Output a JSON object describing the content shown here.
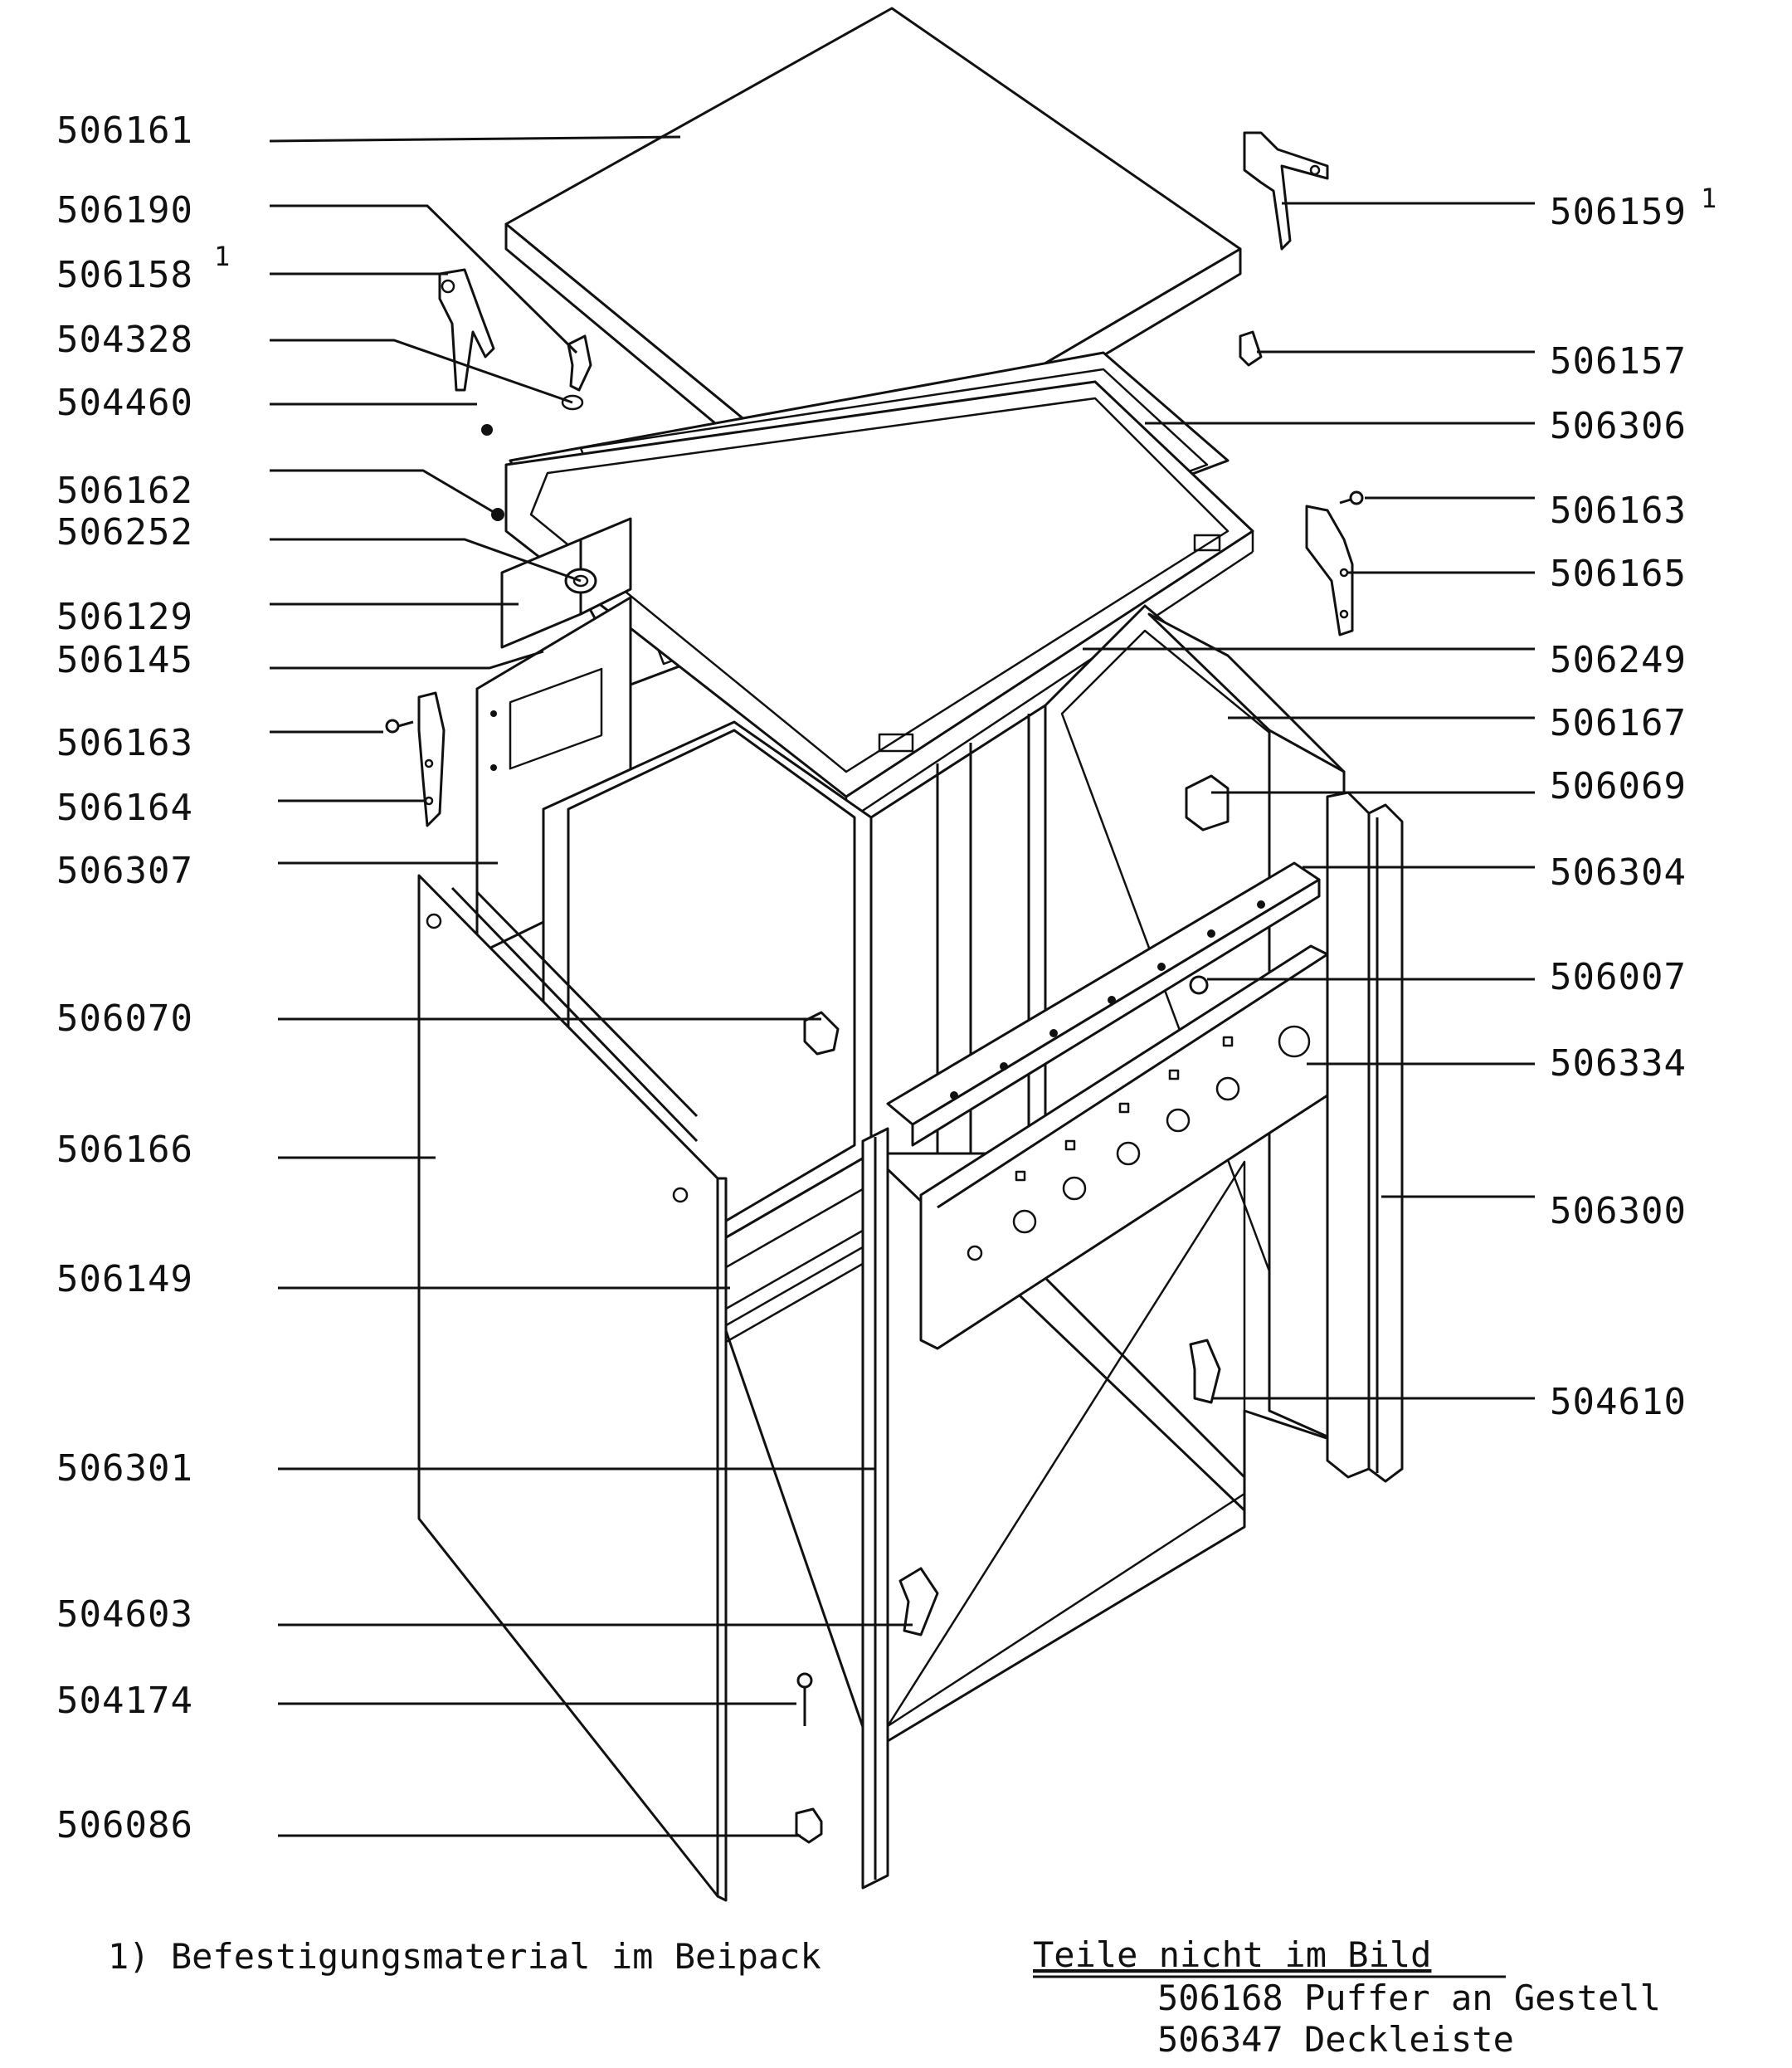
{
  "left_labels": [
    {
      "id": "506161",
      "text": "506161",
      "sup": ""
    },
    {
      "id": "506190",
      "text": "506190",
      "sup": ""
    },
    {
      "id": "506158",
      "text": "506158",
      "sup": "1"
    },
    {
      "id": "504328",
      "text": "504328",
      "sup": ""
    },
    {
      "id": "504460",
      "text": "504460",
      "sup": ""
    },
    {
      "id": "506162",
      "text": "506162",
      "sup": ""
    },
    {
      "id": "506252",
      "text": "506252",
      "sup": ""
    },
    {
      "id": "506129",
      "text": "506129",
      "sup": ""
    },
    {
      "id": "506145",
      "text": "506145",
      "sup": ""
    },
    {
      "id": "506163",
      "text": "506163",
      "sup": ""
    },
    {
      "id": "506164",
      "text": "506164",
      "sup": ""
    },
    {
      "id": "506307",
      "text": "506307",
      "sup": ""
    },
    {
      "id": "506070",
      "text": "506070",
      "sup": ""
    },
    {
      "id": "506166",
      "text": "506166",
      "sup": ""
    },
    {
      "id": "506149",
      "text": "506149",
      "sup": ""
    },
    {
      "id": "506301",
      "text": "506301",
      "sup": ""
    },
    {
      "id": "504603",
      "text": "504603",
      "sup": ""
    },
    {
      "id": "504174",
      "text": "504174",
      "sup": ""
    },
    {
      "id": "506086",
      "text": "506086",
      "sup": ""
    }
  ],
  "right_labels": [
    {
      "id": "506159",
      "text": "506159",
      "sup": "1"
    },
    {
      "id": "506157",
      "text": "506157",
      "sup": ""
    },
    {
      "id": "506306",
      "text": "506306",
      "sup": ""
    },
    {
      "id": "506163",
      "text": "506163",
      "sup": ""
    },
    {
      "id": "506165",
      "text": "506165",
      "sup": ""
    },
    {
      "id": "506249",
      "text": "506249",
      "sup": ""
    },
    {
      "id": "506167",
      "text": "506167",
      "sup": ""
    },
    {
      "id": "506069",
      "text": "506069",
      "sup": ""
    },
    {
      "id": "506304",
      "text": "506304",
      "sup": ""
    },
    {
      "id": "506007",
      "text": "506007",
      "sup": ""
    },
    {
      "id": "506334",
      "text": "506334",
      "sup": ""
    },
    {
      "id": "506300",
      "text": "506300",
      "sup": ""
    },
    {
      "id": "504610",
      "text": "504610",
      "sup": ""
    }
  ],
  "footnote": "1) Befestigungsmaterial im Beipack",
  "not_shown": {
    "title": "Teile nicht im Bild",
    "items": [
      "506168 Puffer an Gestell",
      "506347 Deckleiste"
    ]
  }
}
